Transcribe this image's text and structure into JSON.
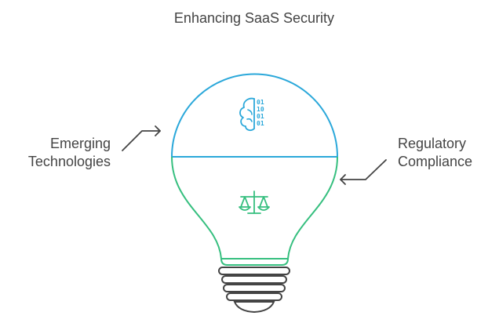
{
  "title": "Enhancing SaaS Security",
  "left_label": {
    "line1": "Emerging",
    "line2": "Technologies"
  },
  "right_label": {
    "line1": "Regulatory",
    "line2": "Compliance"
  },
  "icons": {
    "top": "brain-binary-icon",
    "bottom": "scales-icon"
  },
  "binary_digits": [
    "01",
    "10",
    "01",
    "01"
  ],
  "colors": {
    "top_section": "#2BA8DA",
    "bottom_section": "#36BF7F",
    "base": "#444444",
    "text": "#444444"
  }
}
